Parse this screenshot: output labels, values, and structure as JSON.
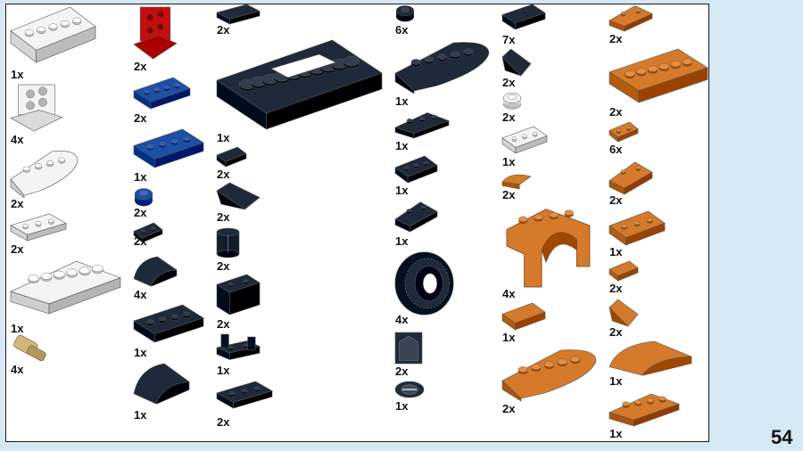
{
  "page_number": "54",
  "colors": {
    "white": "#f4f4f4",
    "red": "#c40d0d",
    "blue": "#1c4fa6",
    "dark": "#1e2a3a",
    "orange": "#d47a2a",
    "tan": "#d2b77a",
    "background": "#d5e8f4"
  },
  "parts": [
    {
      "count": "1x",
      "color": "white",
      "kind": "plate"
    },
    {
      "count": "4x",
      "color": "white",
      "kind": "bracket"
    },
    {
      "count": "2x",
      "color": "white",
      "kind": "round-plate"
    },
    {
      "count": "2x",
      "color": "white",
      "kind": "plate"
    },
    {
      "count": "1x",
      "color": "white",
      "kind": "wedge-plate"
    },
    {
      "count": "4x",
      "color": "tan",
      "kind": "pin"
    },
    {
      "count": "2x",
      "color": "red",
      "kind": "bracket"
    },
    {
      "count": "2x",
      "color": "blue",
      "kind": "plate"
    },
    {
      "count": "1x",
      "color": "blue",
      "kind": "plate"
    },
    {
      "count": "2x",
      "color": "blue",
      "kind": "round-stud"
    },
    {
      "count": "2x",
      "color": "dark",
      "kind": "plate"
    },
    {
      "count": "4x",
      "color": "dark",
      "kind": "curved-slope"
    },
    {
      "count": "1x",
      "color": "dark",
      "kind": "plate"
    },
    {
      "count": "1x",
      "color": "dark",
      "kind": "curved-slope"
    },
    {
      "count": "2x",
      "color": "dark",
      "kind": "tile"
    },
    {
      "count": "1x",
      "color": "dark",
      "kind": "large-plate"
    },
    {
      "count": "2x",
      "color": "dark",
      "kind": "tile"
    },
    {
      "count": "2x",
      "color": "dark",
      "kind": "slope"
    },
    {
      "count": "2x",
      "color": "dark",
      "kind": "cylinder"
    },
    {
      "count": "2x",
      "color": "dark",
      "kind": "brick"
    },
    {
      "count": "1x",
      "color": "dark",
      "kind": "clip-plate"
    },
    {
      "count": "2x",
      "color": "dark",
      "kind": "plate"
    },
    {
      "count": "6x",
      "color": "dark",
      "kind": "round-stud"
    },
    {
      "count": "1x",
      "color": "dark",
      "kind": "round-plate"
    },
    {
      "count": "1x",
      "color": "dark",
      "kind": "wedge-plate"
    },
    {
      "count": "1x",
      "color": "dark",
      "kind": "plate"
    },
    {
      "count": "1x",
      "color": "dark",
      "kind": "wedge-plate"
    },
    {
      "count": "4x",
      "color": "dark",
      "kind": "tire"
    },
    {
      "count": "2x",
      "color": "dark",
      "kind": "corner-panel"
    },
    {
      "count": "1x",
      "color": "dark",
      "kind": "dish"
    },
    {
      "count": "7x",
      "color": "dark",
      "kind": "tile"
    },
    {
      "count": "2x",
      "color": "dark",
      "kind": "slope"
    },
    {
      "count": "2x",
      "color": "white",
      "kind": "round-stud"
    },
    {
      "count": "1x",
      "color": "white",
      "kind": "plate"
    },
    {
      "count": "2x",
      "color": "orange",
      "kind": "quarter-tile"
    },
    {
      "count": "4x",
      "color": "orange",
      "kind": "arch"
    },
    {
      "count": "1x",
      "color": "orange",
      "kind": "tile"
    },
    {
      "count": "2x",
      "color": "orange",
      "kind": "round-plate"
    },
    {
      "count": "2x",
      "color": "orange",
      "kind": "wedge-plate"
    },
    {
      "count": "2x",
      "color": "orange",
      "kind": "plate"
    },
    {
      "count": "6x",
      "color": "orange",
      "kind": "plate"
    },
    {
      "count": "2x",
      "color": "orange",
      "kind": "wedge-plate"
    },
    {
      "count": "1x",
      "color": "orange",
      "kind": "plate"
    },
    {
      "count": "2x",
      "color": "orange",
      "kind": "tile"
    },
    {
      "count": "2x",
      "color": "orange",
      "kind": "slope"
    },
    {
      "count": "1x",
      "color": "orange",
      "kind": "curved-slope"
    },
    {
      "count": "1x",
      "color": "orange",
      "kind": "wedge-plate"
    }
  ]
}
